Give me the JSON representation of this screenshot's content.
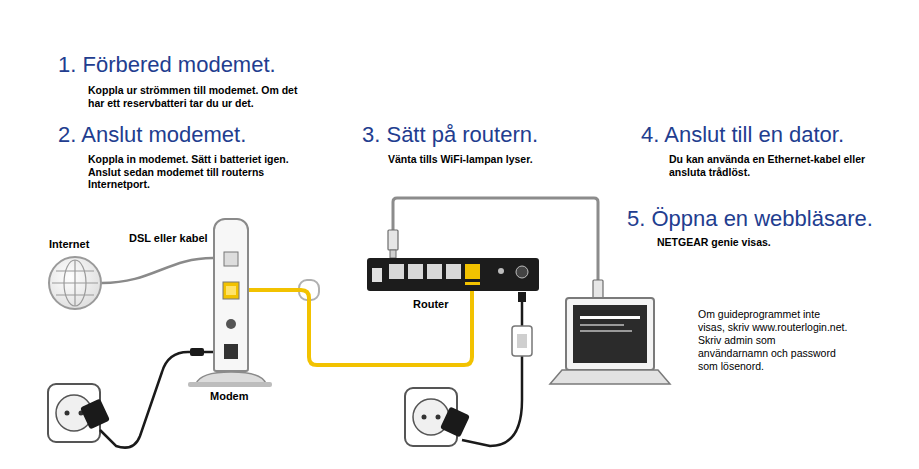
{
  "diagram": {
    "nodes": [
      {
        "text": [
          "Internet"
        ]
      },
      {
        "text": [
          "Modem"
        ]
      },
      {
        "text": [
          "Router"
        ]
      }
    ],
    "edges": [
      {
        "from": 0,
        "to": 1,
        "arrow": "none",
        "label": "DSL eller kabel"
      },
      {
        "from": 1,
        "to": 2,
        "arrow": "none"
      }
    ],
    "labels": [
      "1. Förbered modemet.",
      "Koppla ur strömmen till modemet. Om det har ett reservbatteri tar du ur det.",
      "2. Anslut modemet.",
      "Koppla in modemet. Sätt i batteriet igen. Anslut sedan modemet till routerns Internetport.",
      "3. Sätt på routern.",
      "Vänta tills WiFi-lampan lyser.",
      "4. Anslut till en dator.",
      "Du kan använda en Ethernet-kabel eller ansluta trådlöst.",
      "5. Öppna en webbläsare.",
      "NETGEAR genie visas.",
      "Om guideprogrammet inte visas, skriv www.routerlogin.net. Skriv admin som användarnamn och password som lösenord."
    ]
  }
}
